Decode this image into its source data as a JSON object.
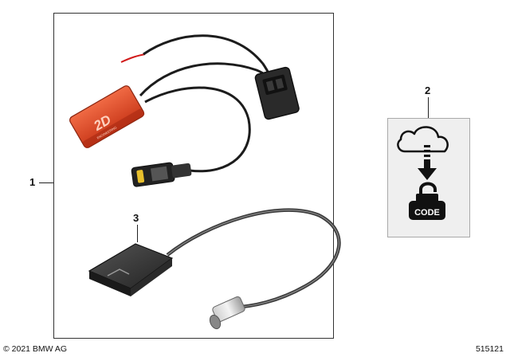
{
  "callouts": {
    "one": "1",
    "two": "2",
    "three": "3"
  },
  "module": {
    "logo_text": "2D",
    "small_print": "ENGINEERING"
  },
  "download_panel": {
    "code_label": "CODE",
    "icons": [
      "cloud-download-icon",
      "arrow-down-icon",
      "unlocked-padlock-icon"
    ]
  },
  "footer": {
    "copyright": "© 2021 BMW AG",
    "diagram_number": "515121"
  },
  "colors": {
    "module_orange": "#e2472a",
    "cable_black": "#1c1c1c",
    "connector_dark": "#2a2a2a",
    "antenna_grey": "#3a3a3a",
    "panel_grey": "#efefef",
    "red_wire": "#d11a1a"
  }
}
